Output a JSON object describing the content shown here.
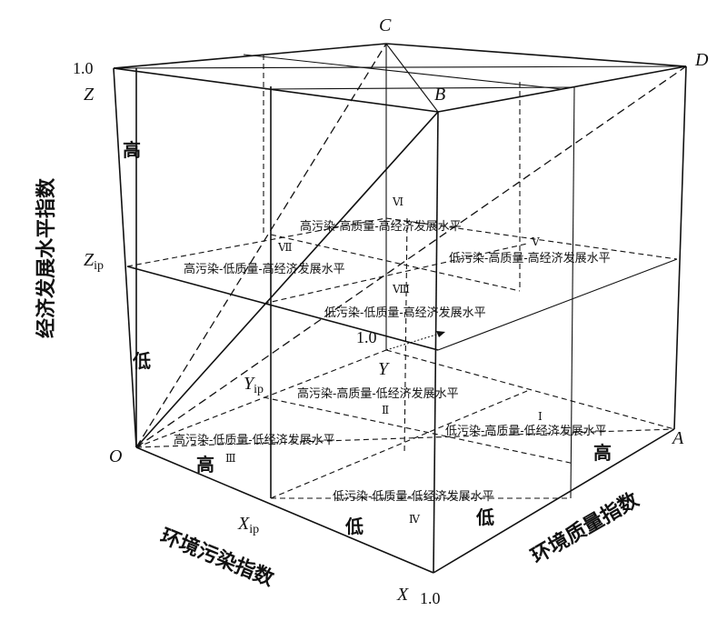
{
  "points": {
    "O": "O",
    "A": "A",
    "B": "B",
    "C": "C",
    "D": "D",
    "X": "X",
    "Y": "Y",
    "Z": "Z"
  },
  "ticks": {
    "z_one": "1.0",
    "y_one": "1.0",
    "x_one": "1.0",
    "z_ip": "Z",
    "y_ip": "Y",
    "x_ip": "X",
    "ip_sub": "ip"
  },
  "axes": {
    "z_title": "经济发展水平指数",
    "x_title": "环境污染指数",
    "y_title": "环境质量指数"
  },
  "levels": {
    "z_high": "高",
    "z_low": "低",
    "x_high": "高",
    "x_low": "低",
    "y_low": "低",
    "y_high": "高"
  },
  "regions": [
    {
      "roman": "Ⅰ",
      "label": "低污染-高质量-低经济发展水平"
    },
    {
      "roman": "Ⅱ",
      "label": "高污染-高质量-低经济发展水平"
    },
    {
      "roman": "Ⅲ",
      "label": "高污染-低质量-低经济发展水平"
    },
    {
      "roman": "Ⅳ",
      "label": "低污染-低质量-低经济发展水平"
    },
    {
      "roman": "Ⅴ",
      "label": "低污染-高质量-高经济发展水平"
    },
    {
      "roman": "Ⅵ",
      "label": "高污染-高质量-高经济发展水平"
    },
    {
      "roman": "Ⅶ",
      "label": "高污染-低质量-高经济发展水平"
    },
    {
      "roman": "Ⅷ",
      "label": "低污染-低质量-高经济发展水平"
    }
  ]
}
